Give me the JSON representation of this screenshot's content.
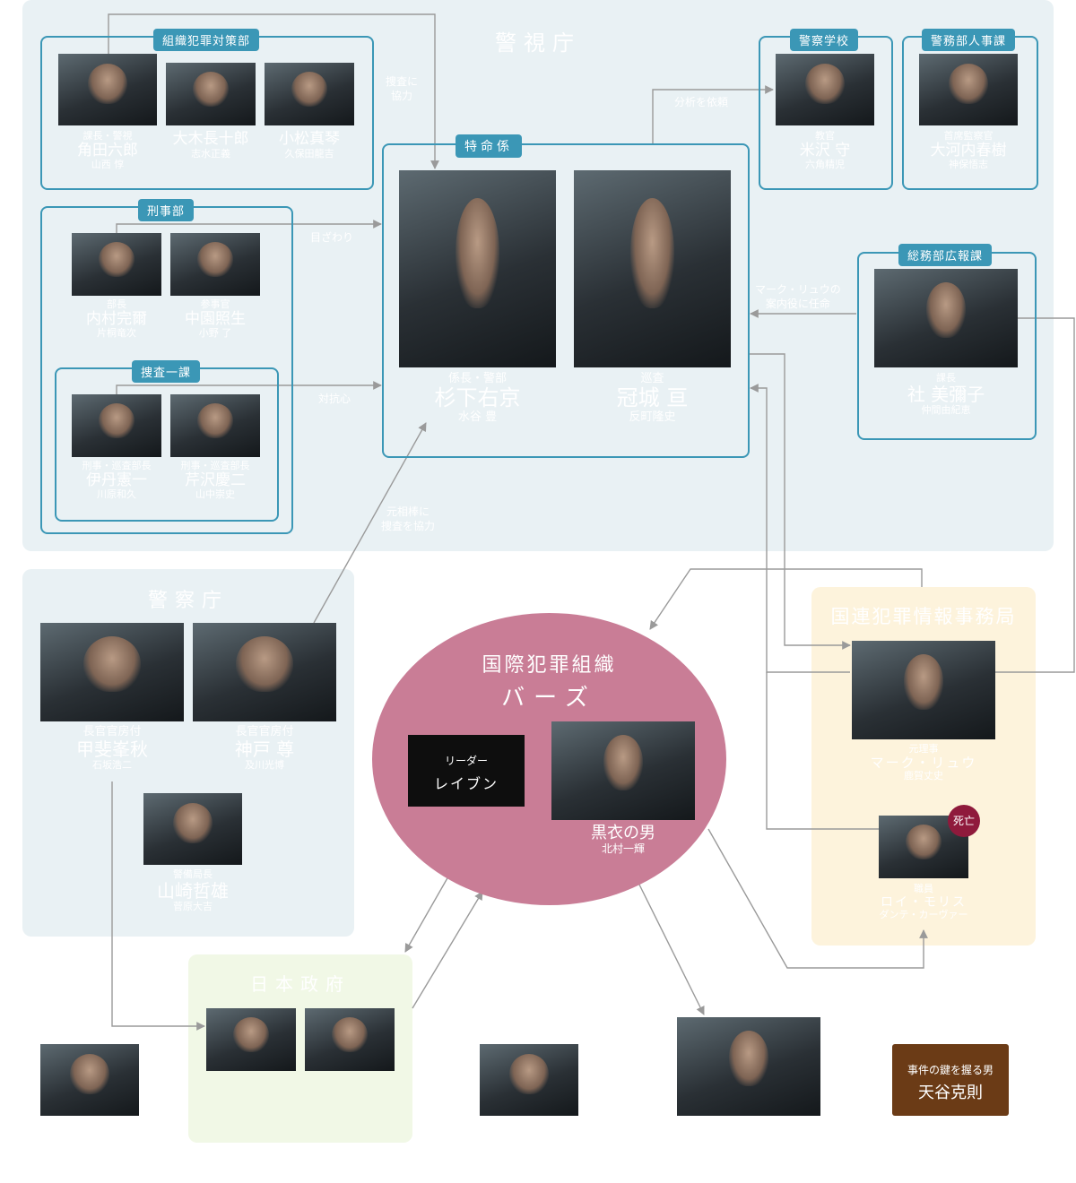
{
  "mpd": {
    "title": "警視庁",
    "soshiki": {
      "tag": "組織犯罪対策部",
      "people": [
        {
          "role": "課長・警視",
          "name": "角田六郎",
          "actor": "山西 惇"
        },
        {
          "role": "",
          "name": "大木長十郎",
          "actor": "志水正義"
        },
        {
          "role": "",
          "name": "小松真琴",
          "actor": "久保田龍吉"
        }
      ]
    },
    "keiji": {
      "tag": "刑事部",
      "people": [
        {
          "role": "部長",
          "name": "内村完爾",
          "actor": "片桐竜次"
        },
        {
          "role": "参事官",
          "name": "中園照生",
          "actor": "小野 了"
        }
      ]
    },
    "sousa": {
      "tag": "捜査一課",
      "people": [
        {
          "role": "刑事・巡査部長",
          "name": "伊丹憲一",
          "actor": "川原和久"
        },
        {
          "role": "刑事・巡査部長",
          "name": "芹沢慶二",
          "actor": "山中崇史"
        }
      ]
    },
    "tokumei": {
      "tag": "特命係",
      "people": [
        {
          "role": "係長・警部",
          "name": "杉下右京",
          "actor": "水谷 豊"
        },
        {
          "role": "巡査",
          "name": "冠城 亘",
          "actor": "反町隆史"
        }
      ]
    },
    "gakko": {
      "tag": "警察学校",
      "people": [
        {
          "role": "教官",
          "name": "米沢 守",
          "actor": "六角精児"
        }
      ]
    },
    "jinji": {
      "tag": "警務部人事課",
      "people": [
        {
          "role": "首席監察官",
          "name": "大河内春樹",
          "actor": "神保悟志"
        }
      ]
    },
    "koho": {
      "tag": "総務部広報課",
      "people": [
        {
          "role": "課長",
          "name": "社 美彌子",
          "actor": "仲間由紀恵"
        }
      ]
    }
  },
  "npa": {
    "title": "警察庁",
    "people": [
      {
        "role": "長官官房付",
        "name": "甲斐峯秋",
        "actor": "石坂浩二"
      },
      {
        "role": "長官官房付",
        "name": "神戸 尊",
        "actor": "及川光博"
      },
      {
        "role": "警備局長",
        "name": "山崎哲雄",
        "actor": "菅原大吉"
      }
    ]
  },
  "un": {
    "title": "国連犯罪情報事務局",
    "people": [
      {
        "role": "元理事",
        "name": "マーク・リュウ",
        "actor": "鹿賀丈史"
      },
      {
        "role": "職員",
        "name": "ロイ・モリス",
        "actor": "ダンテ・カーヴァー"
      }
    ],
    "dead": "死亡"
  },
  "birds": {
    "title1": "国際犯罪組織",
    "title2": "バーズ",
    "leader_role": "リーダー",
    "leader_name": "レイブン",
    "man_name": "黒衣の男",
    "man_actor": "北村一輝"
  },
  "gov": {
    "title": "日本政府"
  },
  "key_man": {
    "line1": "事件の鍵を握る男",
    "line2": "天谷克則"
  },
  "notes": {
    "kyoryoku": "捜査に\n協力",
    "bunseki": "分析を依頼",
    "mezawari": "目ざわり",
    "taikoshin": "対抗心",
    "anai": "マーク・リュウの\n案内役に任命",
    "motoaibo": "元相棒に\n捜査を協力"
  }
}
